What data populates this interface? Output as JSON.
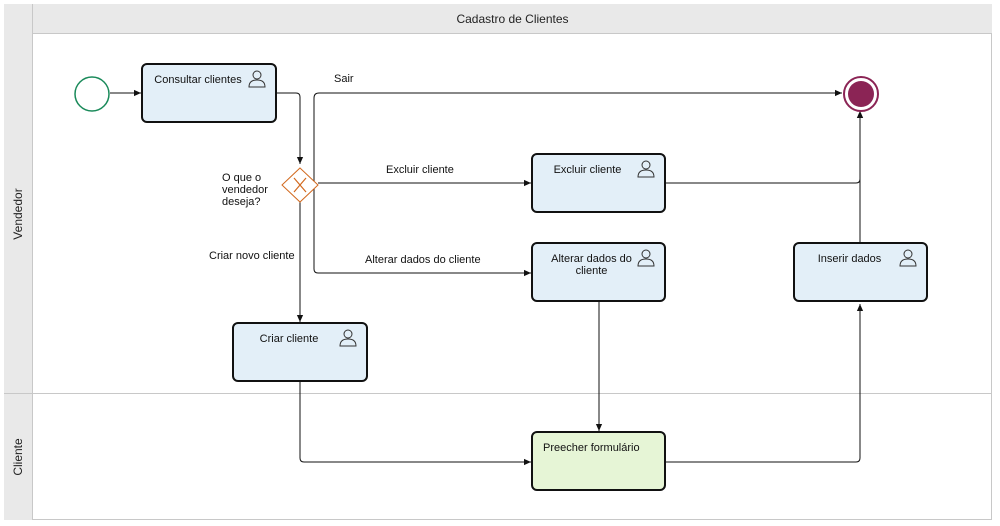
{
  "pool": {
    "title": "Cadastro de Clientes"
  },
  "lanes": {
    "vendedor": "Vendedor",
    "cliente": "Cliente"
  },
  "tasks": {
    "consultar": "Consultar clientes",
    "excluir": "Excluir cliente",
    "alterar": "Alterar dados do cliente",
    "inserir": "Inserir dados",
    "criar": "Criar cliente",
    "preencher": "Preecher formulário"
  },
  "gateway": {
    "question": "O que o vendedor deseja?",
    "line1": "O que o",
    "line2": "vendedor",
    "line3": "deseja?"
  },
  "flows": {
    "sair": "Sair",
    "excluir": "Excluir cliente",
    "alterar": "Alterar dados do cliente",
    "criar": "Criar novo cliente"
  },
  "colors": {
    "start_event": "#1a8a5a",
    "end_event": "#8b2455",
    "gateway": "#d2691e",
    "task_fill": "#e3eff8",
    "client_task_fill": "#e6f5d6"
  },
  "icons": {
    "user": "user-icon",
    "gateway": "exclusive-gateway-icon"
  }
}
